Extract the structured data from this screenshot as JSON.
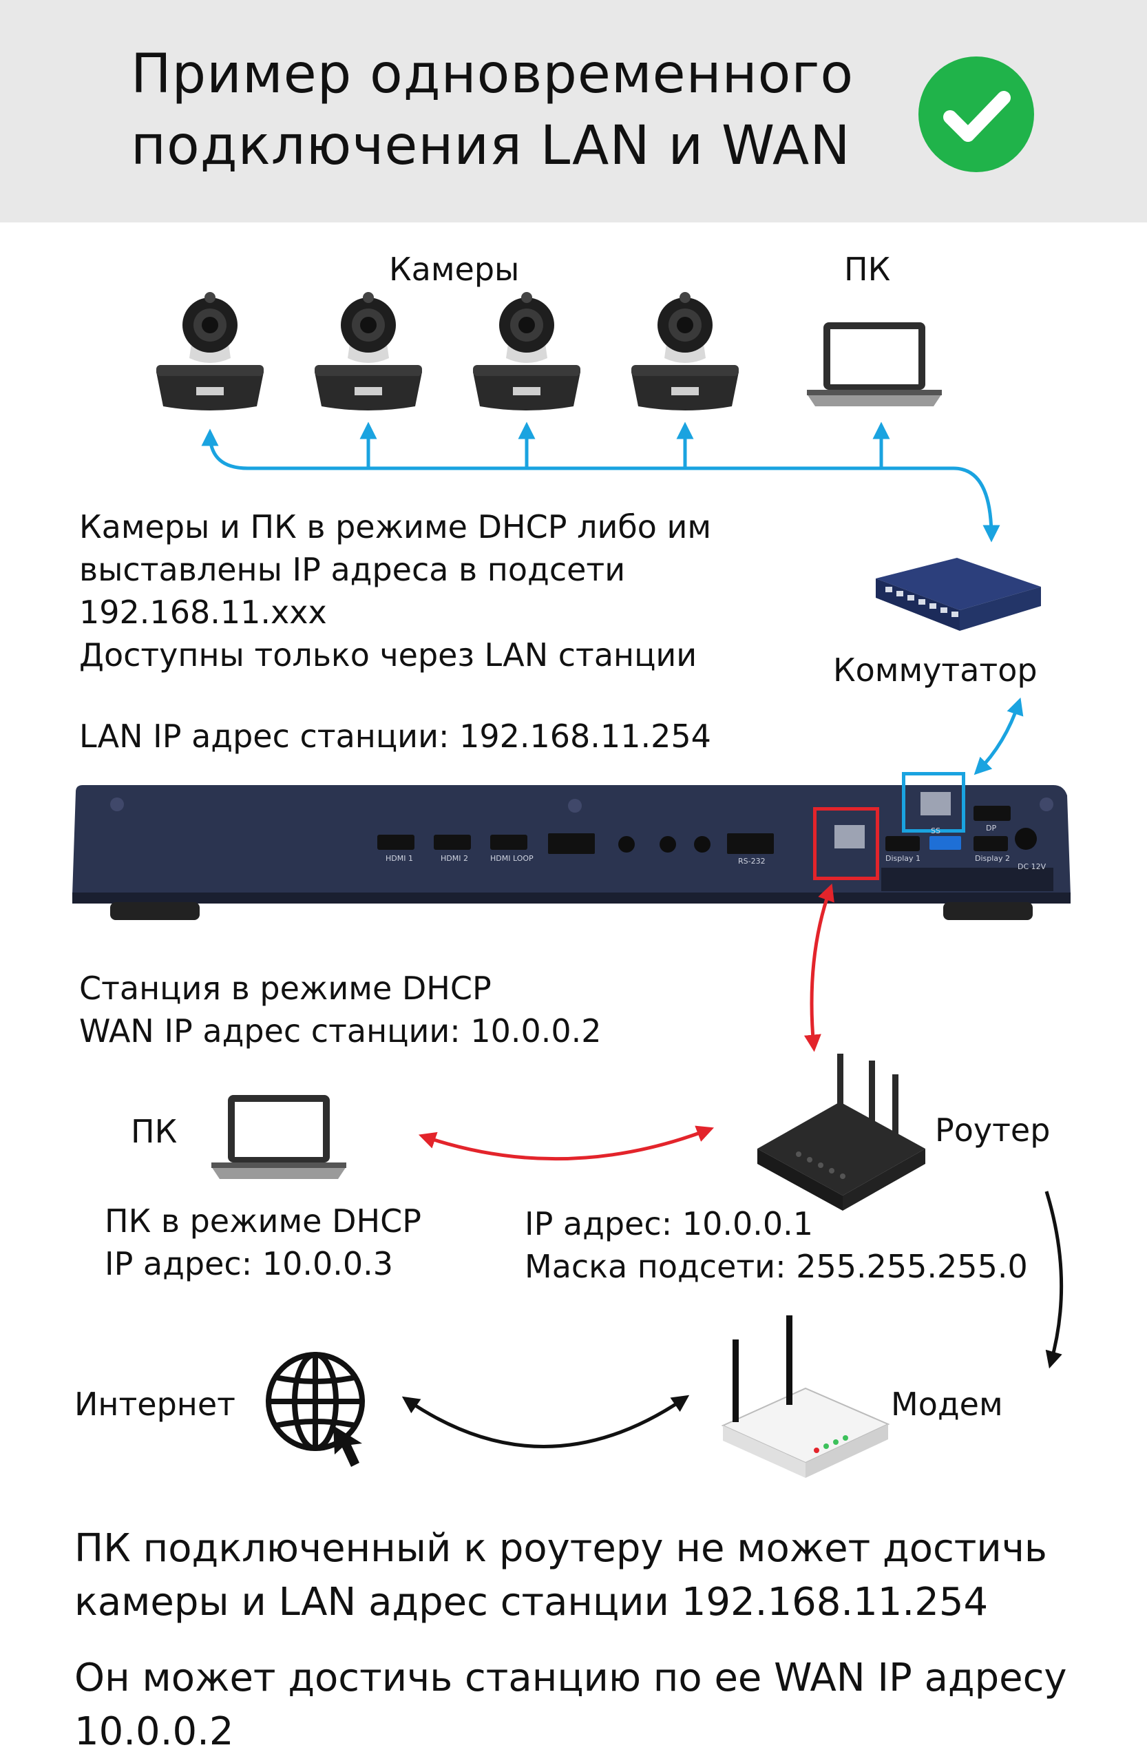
{
  "header": {
    "title": "Пример одновременного\nподключения LAN и WAN"
  },
  "colors": {
    "check_badge": "#20b34a",
    "lan_arrows": "#1aa3e0",
    "wan_arrows": "#e3242b",
    "internet_arrows": "#111111",
    "header_bg": "#e8e8e8",
    "station_body": "#2b3450"
  },
  "icons": {
    "check": "check-icon",
    "camera": "ptz-camera-icon",
    "laptop": "laptop-icon",
    "switch": "network-switch-icon",
    "station": "station-device",
    "router": "router-icon",
    "modem": "modem-icon",
    "globe": "globe-cursor-icon"
  },
  "labels": {
    "cameras": "Камеры",
    "pc_top": "ПК",
    "switch": "Коммутатор",
    "lan_note": "Камеры и ПК в режиме DHCP либо им\nвыставлены IP адреса в подсети\n192.168.11.xxx\nДоступны только через LAN станции",
    "lan_ip": "LAN IP адрес станции: 192.168.11.254",
    "station_note": "Станция в режиме DHCP\nWAN IP адрес станции: 10.0.0.2",
    "pc_bottom": "ПК",
    "pc_note": "ПК в режиме DHCP\nIP адрес: 10.0.0.3",
    "router": "Роутер",
    "router_note": "IP адрес: 10.0.0.1\nМаска подсети: 255.255.255.0",
    "internet": "Интернет",
    "modem": "Модем"
  },
  "device_panel": {
    "hdmi1": "HDMI 1",
    "hdmi2": "HDMI 2",
    "hdmi_loop": "HDMI LOOP",
    "rs232": "RS-232",
    "display1": "Display 1",
    "display2": "Display 2",
    "dp": "DP",
    "usb": "SS",
    "dc": "DC 12V"
  },
  "footer": {
    "line1": "ПК подключенный к роутеру не может достичь\nкамеры и LAN адрес станции 192.168.11.254",
    "line2": "Он может достичь станцию по ее WAN IP адресу\n10.0.0.2"
  }
}
